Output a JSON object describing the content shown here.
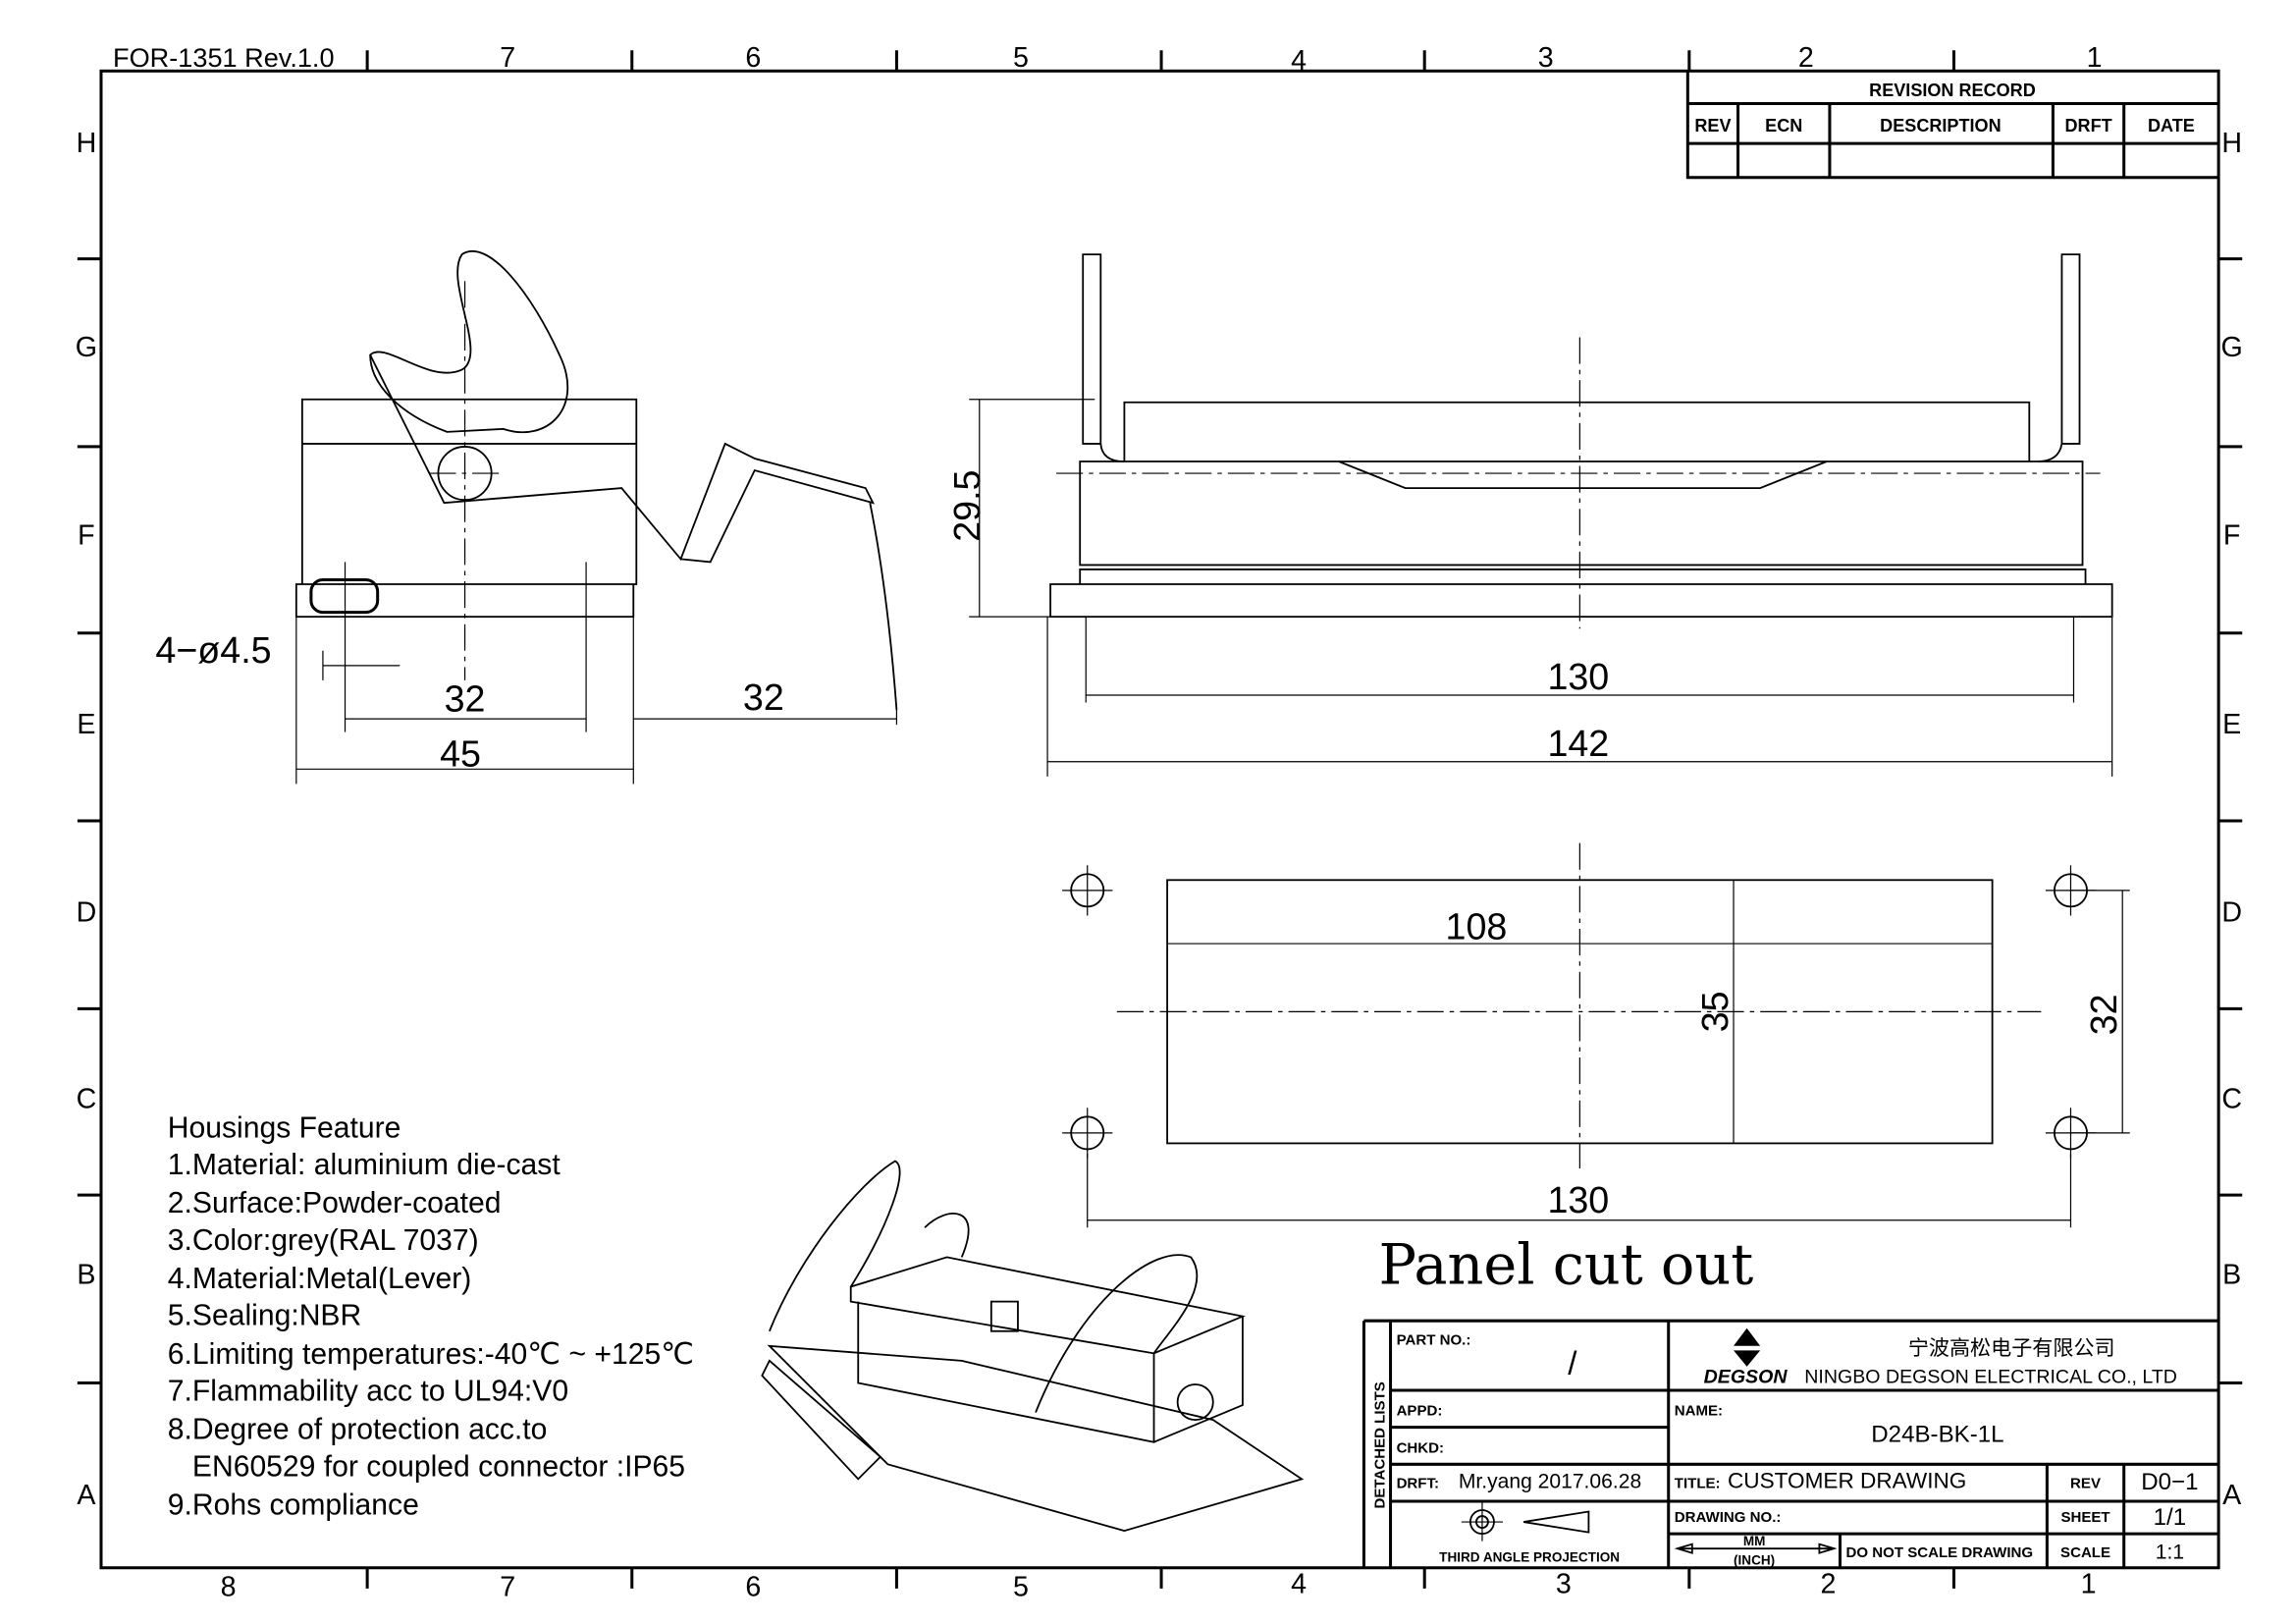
{
  "form_id": "FOR-1351  Rev.1.0",
  "zones": {
    "columns_top": [
      "7",
      "6",
      "5",
      "4",
      "3",
      "2",
      "1"
    ],
    "columns_bottom": [
      "8",
      "7",
      "6",
      "5",
      "4",
      "3",
      "2",
      "1"
    ],
    "rows": [
      "H",
      "G",
      "F",
      "E",
      "D",
      "C",
      "B",
      "A"
    ]
  },
  "revision_record": {
    "title": "REVISION RECORD",
    "headers": [
      "REV",
      "ECN",
      "DESCRIPTION",
      "DRFT",
      "DATE"
    ]
  },
  "dimensions": {
    "side_view": {
      "holes": "4−ø4.5",
      "hole_spacing": "32",
      "width": "45",
      "lever": "32"
    },
    "front_view": {
      "height": "29.5",
      "inner_length": "130",
      "overall_length": "142"
    },
    "panel_cutout": {
      "cutout_length": "108",
      "cutout_height": "35",
      "hole_pitch_v": "32",
      "hole_pitch_h": "130"
    }
  },
  "panel_label": "Panel cut out",
  "features": {
    "title": "Housings Feature",
    "items": [
      "1.Material: aluminium die-cast",
      "2.Surface:Powder-coated",
      "3.Color:grey(RAL 7037)",
      "4.Material:Metal(Lever)",
      "5.Sealing:NBR",
      "6.Limiting temperatures:-40℃ ~ +125℃",
      "7.Flammability acc to UL94:V0",
      "8.Degree of protection acc.to",
      "   EN60529 for coupled connector :IP65",
      "9.Rohs compliance"
    ]
  },
  "title_block": {
    "detached_lists": "DETACHED LISTS",
    "part_no_label": "PART NO.:",
    "part_no": "/",
    "appd_label": "APPD:",
    "chkd_label": "CHKD:",
    "drft_label": "DRFT:",
    "drft_value": "Mr.yang  2017.06.28",
    "projection": "THIRD ANGLE PROJECTION",
    "logo": "DEGSON",
    "company_cn": "宁波高松电子有限公司",
    "company_en": "NINGBO DEGSON ELECTRICAL CO., LTD",
    "name_label": "NAME:",
    "name": "D24B-BK-1L",
    "title_label": "TITLE:",
    "title": "CUSTOMER  DRAWING",
    "rev_label": "REV",
    "rev": "D0−1",
    "drawing_no_label": "DRAWING NO.:",
    "sheet_label": "SHEET",
    "sheet": "1/1",
    "units_top": "MM",
    "units_bottom": "(INCH)",
    "do_not_scale": "DO NOT SCALE DRAWING",
    "scale_label": "SCALE",
    "scale": "1:1"
  }
}
